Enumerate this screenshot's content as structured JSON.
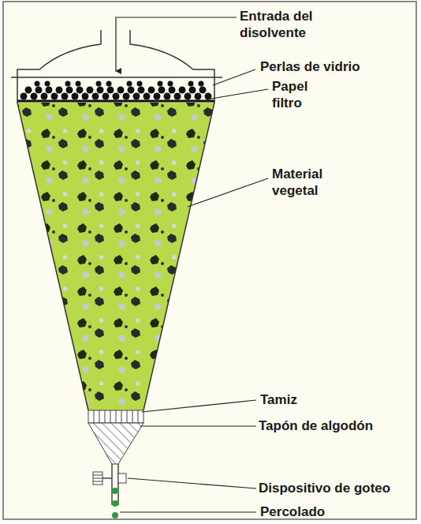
{
  "diagram": {
    "labels": [
      "Entrada del disolvente",
      "Perlas de vidrio",
      "Papel filtro",
      "Material vegetal",
      "Tamiz",
      "Tapón de algodón",
      "Dispositivo de goteo",
      "Percolado"
    ]
  }
}
